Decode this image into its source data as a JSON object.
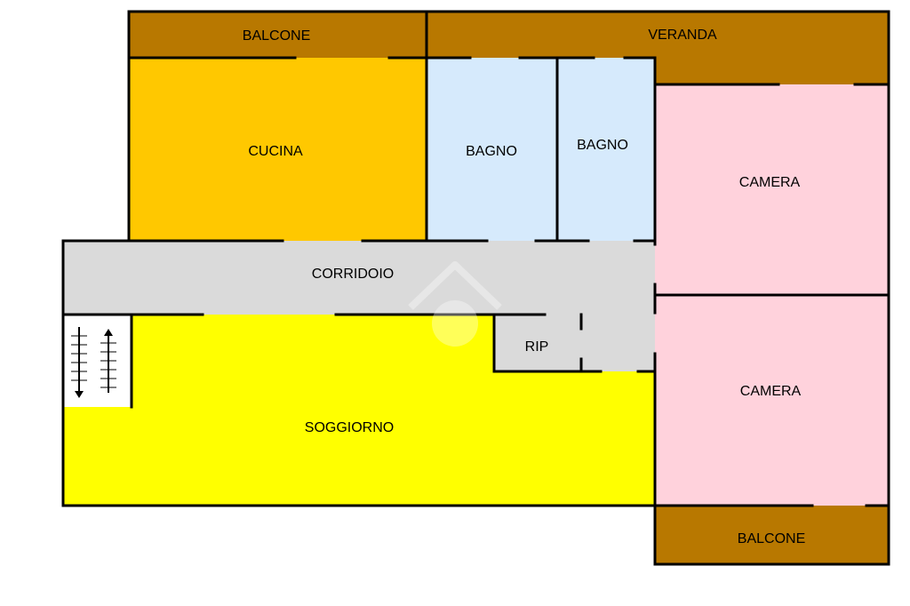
{
  "rooms": {
    "balcone_top": "BALCONE",
    "veranda": "VERANDA",
    "cucina": "CUCINA",
    "bagno_1": "BAGNO",
    "bagno_2": "BAGNO",
    "camera_top": "CAMERA",
    "corridoio": "CORRIDOIO",
    "rip": "RIP",
    "soggiorno": "SOGGIORNO",
    "camera_bottom": "CAMERA",
    "balcone_bottom": "BALCONE"
  },
  "colors": {
    "balcone": "#b87800",
    "cucina": "#ffc800",
    "bagno": "#d6eafc",
    "camera": "#ffd2dc",
    "corridoio": "#dadada",
    "soggiorno": "#ffff00",
    "stairs": "#ffffff",
    "wall": "#000000"
  },
  "icons": {
    "stairs": "stairs-icon",
    "watermark": "house-watermark-icon"
  }
}
